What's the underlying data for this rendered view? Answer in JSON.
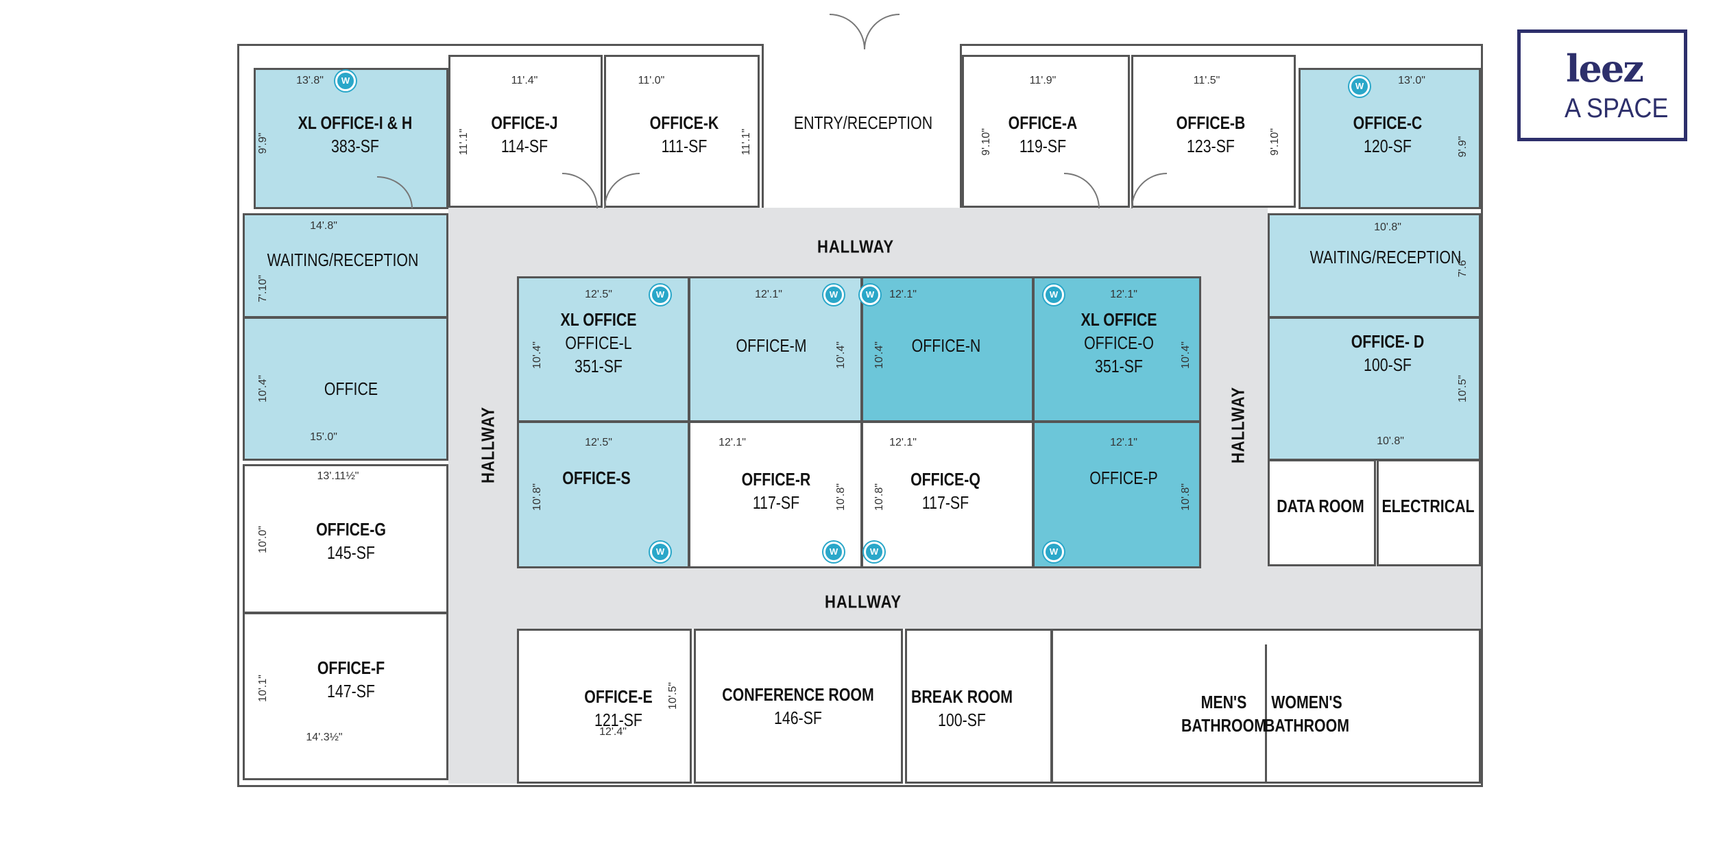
{
  "logo": {
    "line1": "leez",
    "line2": "A SPACE",
    "color": "#2d2f6b"
  },
  "colors": {
    "light_blue": "#b6dfea",
    "teal": "#6cc6d9",
    "hallway": "#e1e2e4"
  },
  "hallways": {
    "top": "HALLWAY",
    "left": "HALLWAY",
    "right": "HALLWAY",
    "bottom": "HALLWAY"
  },
  "rooms": {
    "xl_ih": {
      "name": "XL OFFICE-I & H",
      "sf": "383-SF"
    },
    "j": {
      "name": "OFFICE-J",
      "sf": "114-SF"
    },
    "k": {
      "name": "OFFICE-K",
      "sf": "111-SF"
    },
    "entry": {
      "name": "ENTRY/RECEPTION"
    },
    "a": {
      "name": "OFFICE-A",
      "sf": "119-SF"
    },
    "b": {
      "name": "OFFICE-B",
      "sf": "123-SF"
    },
    "c": {
      "name": "OFFICE-C",
      "sf": "120-SF"
    },
    "waiting_left": {
      "name": "WAITING/RECEPTION"
    },
    "waiting_right": {
      "name": "WAITING/RECEPTION"
    },
    "office_left": {
      "name": "OFFICE"
    },
    "d": {
      "name": "OFFICE- D",
      "sf": "100-SF"
    },
    "g": {
      "name": "OFFICE-G",
      "sf": "145-SF"
    },
    "f": {
      "name": "OFFICE-F",
      "sf": "147-SF"
    },
    "l": {
      "title": "XL OFFICE",
      "name": "OFFICE-L",
      "sf": "351-SF"
    },
    "m": {
      "name": "OFFICE-M"
    },
    "n": {
      "name": "OFFICE-N"
    },
    "o": {
      "title": "XL OFFICE",
      "name": "OFFICE-O",
      "sf": "351-SF"
    },
    "s": {
      "name": "OFFICE-S"
    },
    "r": {
      "name": "OFFICE-R",
      "sf": "117-SF"
    },
    "q": {
      "name": "OFFICE-Q",
      "sf": "117-SF"
    },
    "p": {
      "name": "OFFICE-P"
    },
    "data": {
      "name": "DATA ROOM"
    },
    "electrical": {
      "name": "ELECTRICAL"
    },
    "e": {
      "name": "OFFICE-E",
      "sf": "121-SF"
    },
    "conference": {
      "name": "CONFERENCE ROOM",
      "sf": "146-SF"
    },
    "break": {
      "name": "BREAK ROOM",
      "sf": "100-SF"
    },
    "mens": {
      "line1": "MEN'S",
      "line2": "BATHROOM"
    },
    "womens": {
      "line1": "WOMEN'S",
      "line2": "BATHROOM"
    }
  },
  "window_icon_label": "W",
  "dimensions": [
    "13'.8\"",
    "9'.9\"",
    "11'.4\"",
    "11'.1\"",
    "11'.1\"",
    "11'.0\"",
    "11'.9\"",
    "9'.10\"",
    "9'.10\"",
    "11'.5\"",
    "13'.0\"",
    "9'.9\"",
    "14'.8\"",
    "7'.10\"",
    "10'.8\"",
    "7'.6\"",
    "10'.4\"",
    "15'.0\"",
    "10'.5\"",
    "10'.8\"",
    "13'.11½\"",
    "10'.0\"",
    "10'.1\"",
    "14'.3½\"",
    "12'.5\"",
    "12'.1\"",
    "12'.1\"",
    "12'.1\"",
    "10'.4\"",
    "10'.4\"",
    "10'.4\"",
    "10'.4\"",
    "12'.5\"",
    "12'.1\"",
    "12'.1\"",
    "12'.1\"",
    "10'.8\"",
    "10'.8\"",
    "10'.8\"",
    "10'.8\"",
    "10'.5\"",
    "12'.4\""
  ]
}
